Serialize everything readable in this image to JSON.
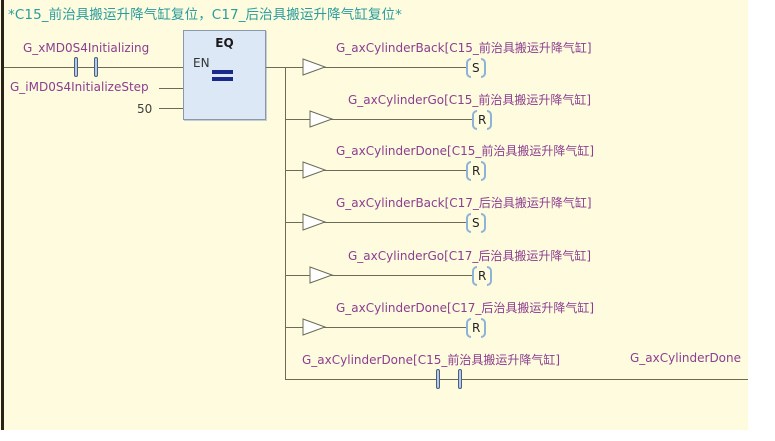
{
  "rung": {
    "comment": "*C15_前治具搬运升降气缸复位，C17_后治具搬运升降气缸复位*",
    "input_contact": {
      "variable": "G_xMD0S4Initializing",
      "type": "normally-open"
    },
    "function_block": {
      "name": "EQ",
      "enable_label": "EN",
      "icon": "equals-icon",
      "inputs": [
        "G_iMD0S4InitializeStep",
        "50"
      ]
    },
    "outputs": [
      {
        "variable": "G_axCylinderBack[C15_前治具搬运升降气缸]",
        "coil": "S"
      },
      {
        "variable": "G_axCylinderGo[C15_前治具搬运升降气缸]",
        "coil": "R"
      },
      {
        "variable": "G_axCylinderDone[C15_前治具搬运升降气缸]",
        "coil": "R"
      },
      {
        "variable": "G_axCylinderBack[C17_后治具搬运升降气缸]",
        "coil": "S"
      },
      {
        "variable": "G_axCylinderGo[C17_后治具搬运升降气缸]",
        "coil": "R"
      },
      {
        "variable": "G_axCylinderDone[C17_后治具搬运升降气缸]",
        "coil": "R"
      }
    ],
    "bottom_branch": {
      "contact_variable": "G_axCylinderDone[C15_前治具搬运升降气缸]",
      "next_variable_partial": "G_axCylinderDone"
    }
  },
  "colors": {
    "background": "#fffbde",
    "comment": "#2a9c9c",
    "variable": "#8b3f8f",
    "wire": "#6b6b58",
    "block_fill": "#dde8f7"
  }
}
